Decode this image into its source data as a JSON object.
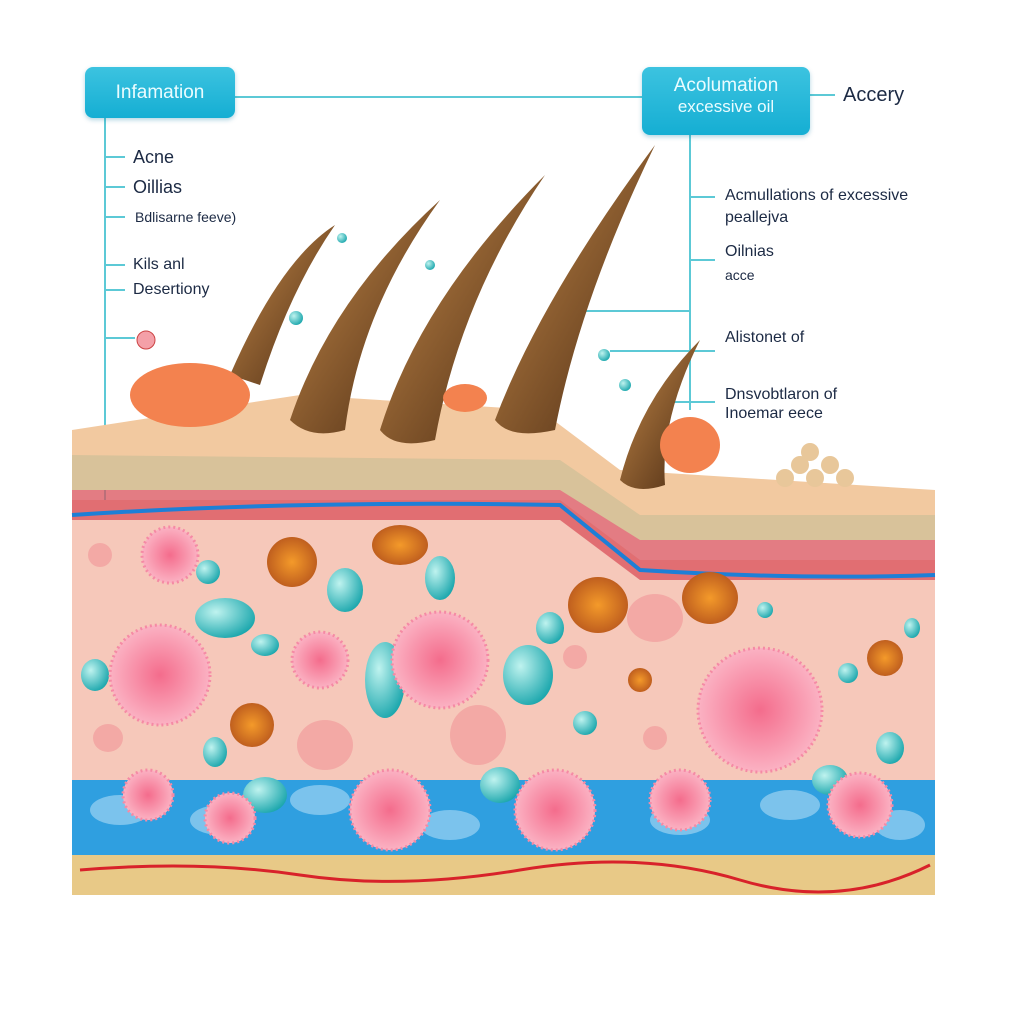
{
  "left_panel": {
    "title": "Infamation",
    "items": [
      "Acne",
      "Oillias",
      "Bdlisarne feeve)",
      "Kils anl",
      "Desertiony"
    ]
  },
  "right_panel": {
    "title_line1": "Acolumation",
    "title_line2": "excessive oil",
    "side_label": "Accery",
    "items": [
      "Acmullations of excessive",
      "peallejva",
      "Oilnias",
      "acce",
      "Alistonet  of",
      "Dnsvobtlaron of",
      "Inoemar eece"
    ]
  },
  "colors": {
    "accent": "#1fb5d8",
    "line": "#5cc9d6",
    "text": "#1c2a44",
    "epidermis": "#f2c9a0",
    "dermis": "#f6c4b6",
    "basal": "#2b9be0",
    "fat": "#e8c987",
    "cell": "#f27a95",
    "droplet": "#36c1c6"
  }
}
